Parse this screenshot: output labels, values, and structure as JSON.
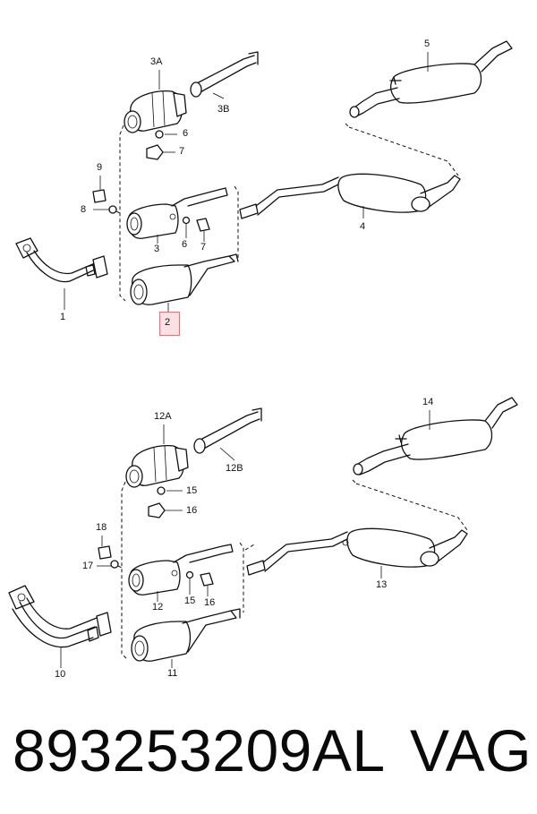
{
  "diagram": {
    "upper_labels": {
      "l_3a": "3A",
      "l_3b": "3B",
      "l_5": "5",
      "l_6a": "6",
      "l_7a": "7",
      "l_9": "9",
      "l_8": "8",
      "l_4": "4",
      "l_3": "3",
      "l_6b": "6",
      "l_7b": "7",
      "l_1": "1",
      "l_2": "2"
    },
    "lower_labels": {
      "l_12a": "12A",
      "l_12b": "12B",
      "l_14": "14",
      "l_15a": "15",
      "l_16a": "16",
      "l_18": "18",
      "l_17": "17",
      "l_13": "13",
      "l_12": "12",
      "l_15b": "15",
      "l_16b": "16",
      "l_10": "10",
      "l_11": "11"
    },
    "highlighted_callout": "2"
  },
  "footer": {
    "part_number": "893253209AL",
    "brand": "VAG"
  }
}
